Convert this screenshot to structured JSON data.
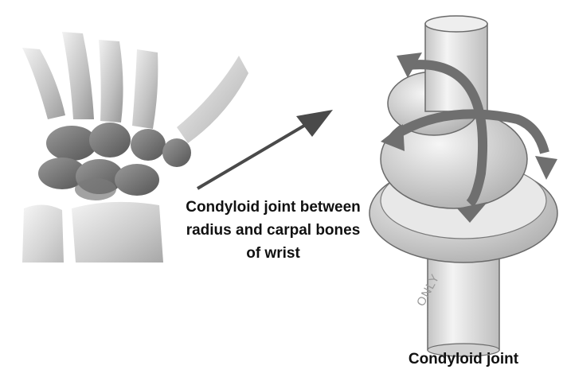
{
  "captions": {
    "wrist_line1": "Condyloid joint between",
    "wrist_line2": "radius and carpal bones",
    "wrist_line3": "of wrist",
    "joint_label": "Condyloid joint"
  },
  "watermark": "ONLY",
  "colors": {
    "bone_light": "#e4e4e4",
    "bone_mid": "#b4b4b4",
    "bone_dark": "#6e6e6e",
    "arrow": "#4a4a4a",
    "joint_fill": "#dcdcdc",
    "text": "#111111"
  }
}
